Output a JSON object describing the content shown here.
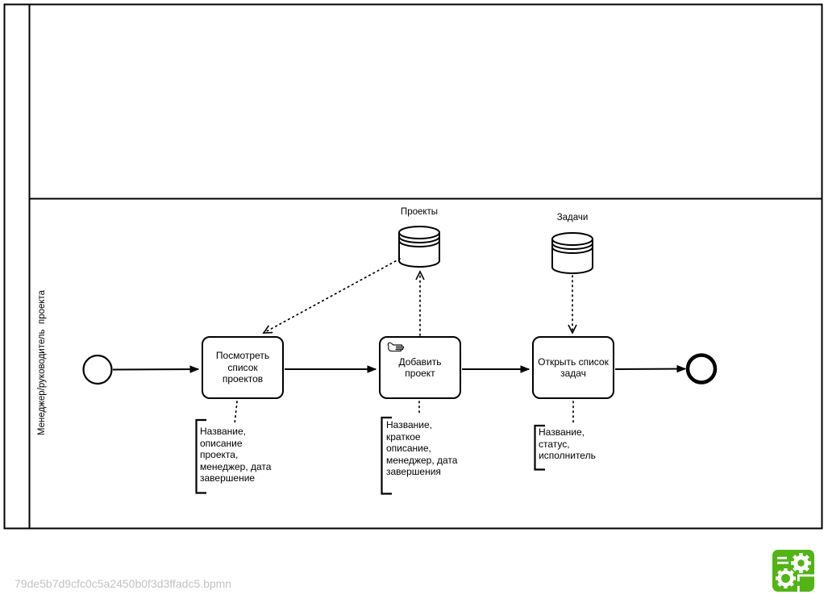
{
  "colors": {
    "stroke": "#000000",
    "logo_green": "#52b415",
    "filename_text": "#c3c3c3"
  },
  "footer": {
    "file_name": "79de5b7d9cfc0c5a2450b0f3d3ffadc5.bpmn",
    "logo_icon": "bpmn-io-logo"
  },
  "pool": {
    "lanes": [
      {
        "id": "lane_top",
        "label": ""
      },
      {
        "id": "lane_manager",
        "label": "Менеджер/руководитель  проекта"
      }
    ]
  },
  "process": {
    "events": [
      {
        "id": "start",
        "type": "start-event"
      },
      {
        "id": "end",
        "type": "end-event"
      }
    ],
    "tasks": [
      {
        "id": "task1",
        "label": "Посмотреть\nсписок\nпроектов"
      },
      {
        "id": "task2",
        "label": "Добавить\nпроект",
        "marker_icon": "manual-task-hand-icon"
      },
      {
        "id": "task3",
        "label": "Открыть список\nзадач"
      }
    ],
    "data_stores": [
      {
        "id": "store_projects",
        "label": "Проекты"
      },
      {
        "id": "store_tasks",
        "label": "Задачи"
      }
    ],
    "annotations": [
      {
        "id": "ann1",
        "text": "Название,\nописание\nпроекта,\nменеджер, дата\nзавершение"
      },
      {
        "id": "ann2",
        "text": "Название,\nкраткое\nописание,\nменеджер, дата\nзавершения"
      },
      {
        "id": "ann3",
        "text": "Название,\nстатус,\nисполнитель"
      }
    ],
    "edges": [
      {
        "from": "start",
        "to": "task1",
        "type": "sequence-flow"
      },
      {
        "from": "task1",
        "to": "task2",
        "type": "sequence-flow"
      },
      {
        "from": "task2",
        "to": "task3",
        "type": "sequence-flow"
      },
      {
        "from": "task3",
        "to": "end",
        "type": "sequence-flow"
      },
      {
        "from": "store_projects",
        "to": "task1",
        "type": "data-association"
      },
      {
        "from": "task2",
        "to": "store_projects",
        "type": "data-association"
      },
      {
        "from": "store_tasks",
        "to": "task3",
        "type": "data-association"
      },
      {
        "from": "task1",
        "to": "ann1",
        "type": "association"
      },
      {
        "from": "task2",
        "to": "ann2",
        "type": "association"
      },
      {
        "from": "task3",
        "to": "ann3",
        "type": "association"
      }
    ]
  }
}
